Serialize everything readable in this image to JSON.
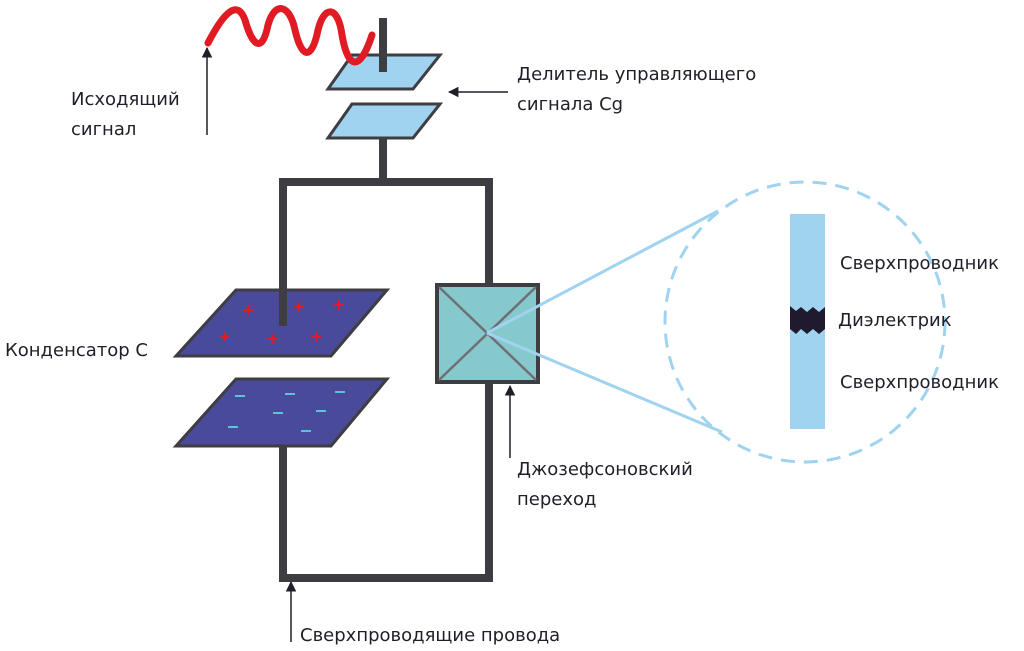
{
  "labels": {
    "source_signal": [
      "Исходящий",
      "сигнал"
    ],
    "divider": [
      "Делитель управляющего",
      "сигнала Cg"
    ],
    "capacitor": "Конденсатор C",
    "junction": [
      "Джозефсоновский",
      "переход"
    ],
    "wires": "Сверхпроводящие провода",
    "superconductor_top": "Сверхпроводник",
    "dielectric": "Диэлектрик",
    "superconductor_bottom": "Сверхпроводник"
  },
  "colors": {
    "wire": "#3d3d42",
    "signal": "#e01b24",
    "divider_plate": "#9fd3ef",
    "capacitor_plate": "#4a4a9a",
    "plus": "#e01b24",
    "minus": "#5cc4d8",
    "junction": "#86c9cc",
    "zoom_line": "#9fd3ef",
    "dielectric": "#201a2e"
  }
}
